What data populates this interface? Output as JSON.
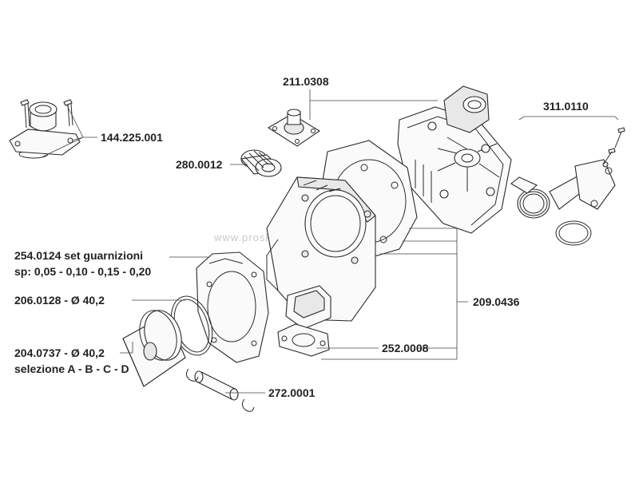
{
  "labels": {
    "p311": "311.0110",
    "p211": "211.0308",
    "p144": "144.225.001",
    "p280": "280.0012",
    "p254_line1": "254.0124 set guarnizioni",
    "p254_line2": "sp: 0,05 - 0,10 - 0,15 - 0,20",
    "p206": "206.0128 - Ø 40,2",
    "p209": "209.0436",
    "p252": "252.0008",
    "p204_line1": "204.0737 - Ø 40,2",
    "p204_line2": "selezione A - B - C - D",
    "p272": "272.0001"
  },
  "watermark": "www.proskuter.cz",
  "colors": {
    "line": "#2a2a2a",
    "text": "#222222",
    "watermark": "#c8c8c8"
  }
}
